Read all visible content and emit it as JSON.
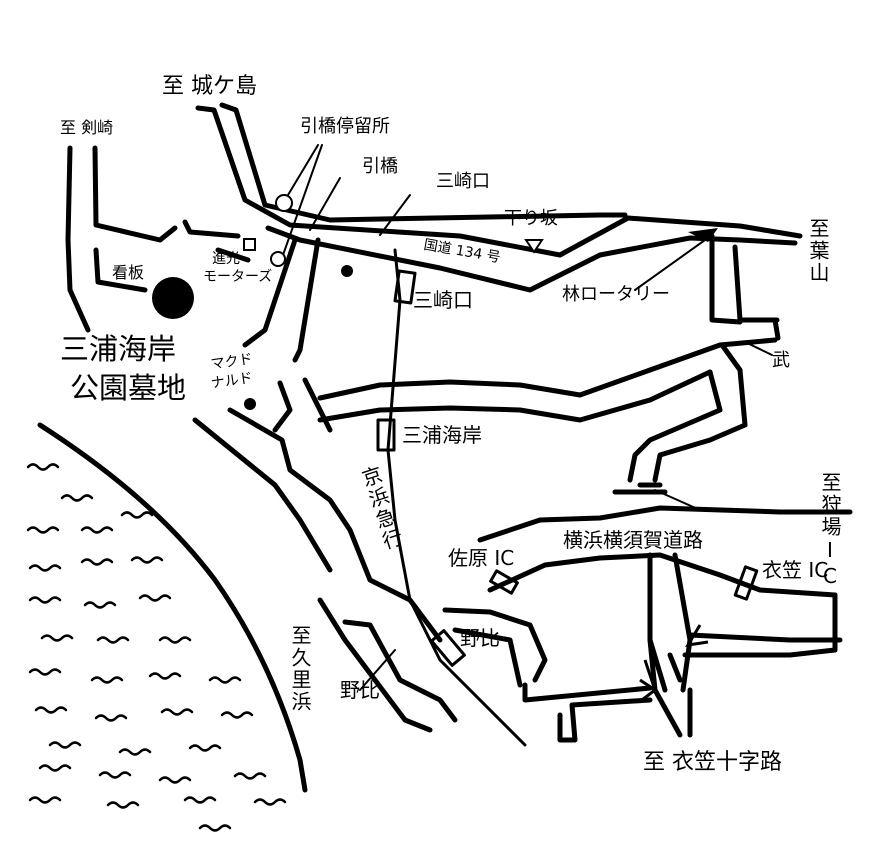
{
  "title": {
    "line1": "三浦海岸",
    "line2": "公園墓地"
  },
  "directions": {
    "jogashima": "至 城ケ島",
    "tsurugisaki": "至 剣崎",
    "hayama": "至葉山",
    "karibaic": "至狩場IC",
    "kurihama": "至久里浜",
    "kinugasa_jujiro": "至 衣笠十字路"
  },
  "places": {
    "hikihashi_stop": "引橋停留所",
    "hikihashi": "引橋",
    "misakiguchi_top": "三崎口",
    "kudarizaka": "下り坂",
    "route134": "国道 134 号",
    "hayashi_rotary": "林ロータリー",
    "shinko_motors": "進光モーターズ",
    "shinko": "進光",
    "motors": "モーターズ",
    "kanban": "看板",
    "mcdonalds": "マクドナルド",
    "mcdonalds_line1": "マクド",
    "mcdonalds_line2": "ナルド",
    "takeshi": "武",
    "misakiguchi_station": "三崎口",
    "miurakaigan_station": "三浦海岸",
    "keikyu": "京浜急行",
    "sahara_ic": "佐原 IC",
    "yokohama_yokosuka_road": "横浜横須賀道路",
    "kinugasa_ic": "衣笠 IC",
    "nobi_station": "野比",
    "nobi_area": "野比"
  },
  "legend_symbols": {
    "downhill_marker": "triangle-down-icon",
    "cemetery_marker": "filled-circle-icon"
  },
  "colors": {
    "ink": "#000000",
    "paper": "#ffffff"
  }
}
